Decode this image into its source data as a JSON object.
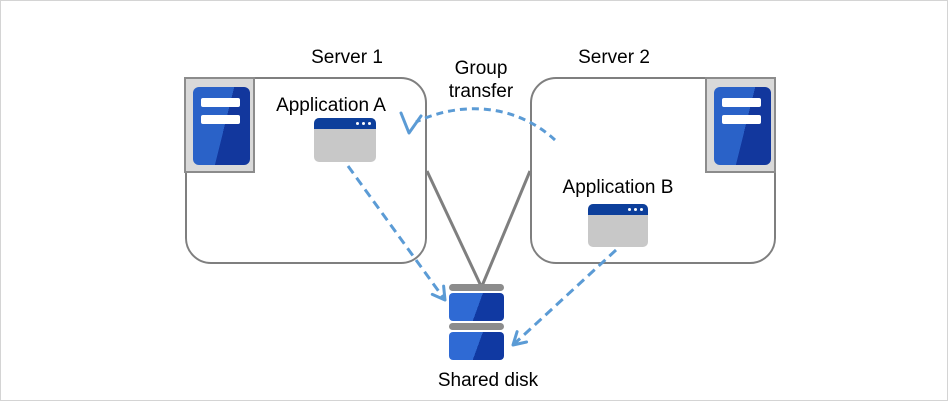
{
  "servers": [
    {
      "name": "Server 1",
      "application": {
        "label": "Application A"
      }
    },
    {
      "name": "Server 2",
      "application": {
        "label": "Application B"
      }
    }
  ],
  "group_transfer": {
    "label": "Group transfer"
  },
  "shared_disk": {
    "label": "Shared disk"
  },
  "colors": {
    "accent_arrow_blue": "#5b9bd5",
    "connector_gray": "#7f7f7f",
    "server_tower_blue_light": "#2a62c8",
    "server_tower_blue_dark": "#12379d",
    "hardware_box_fill": "#d9d9d9",
    "hardware_box_border": "#8c8c8c",
    "window_titlebar_blue": "#0d3f9b",
    "window_body_gray": "#c8c8c8",
    "disk_platter_blue_light": "#2f6ad4",
    "disk_platter_blue_dark": "#1039a2",
    "disk_bar_gray": "#8c8c8c",
    "text_black": "#000000",
    "canvas_border": "#d4d4d4"
  }
}
